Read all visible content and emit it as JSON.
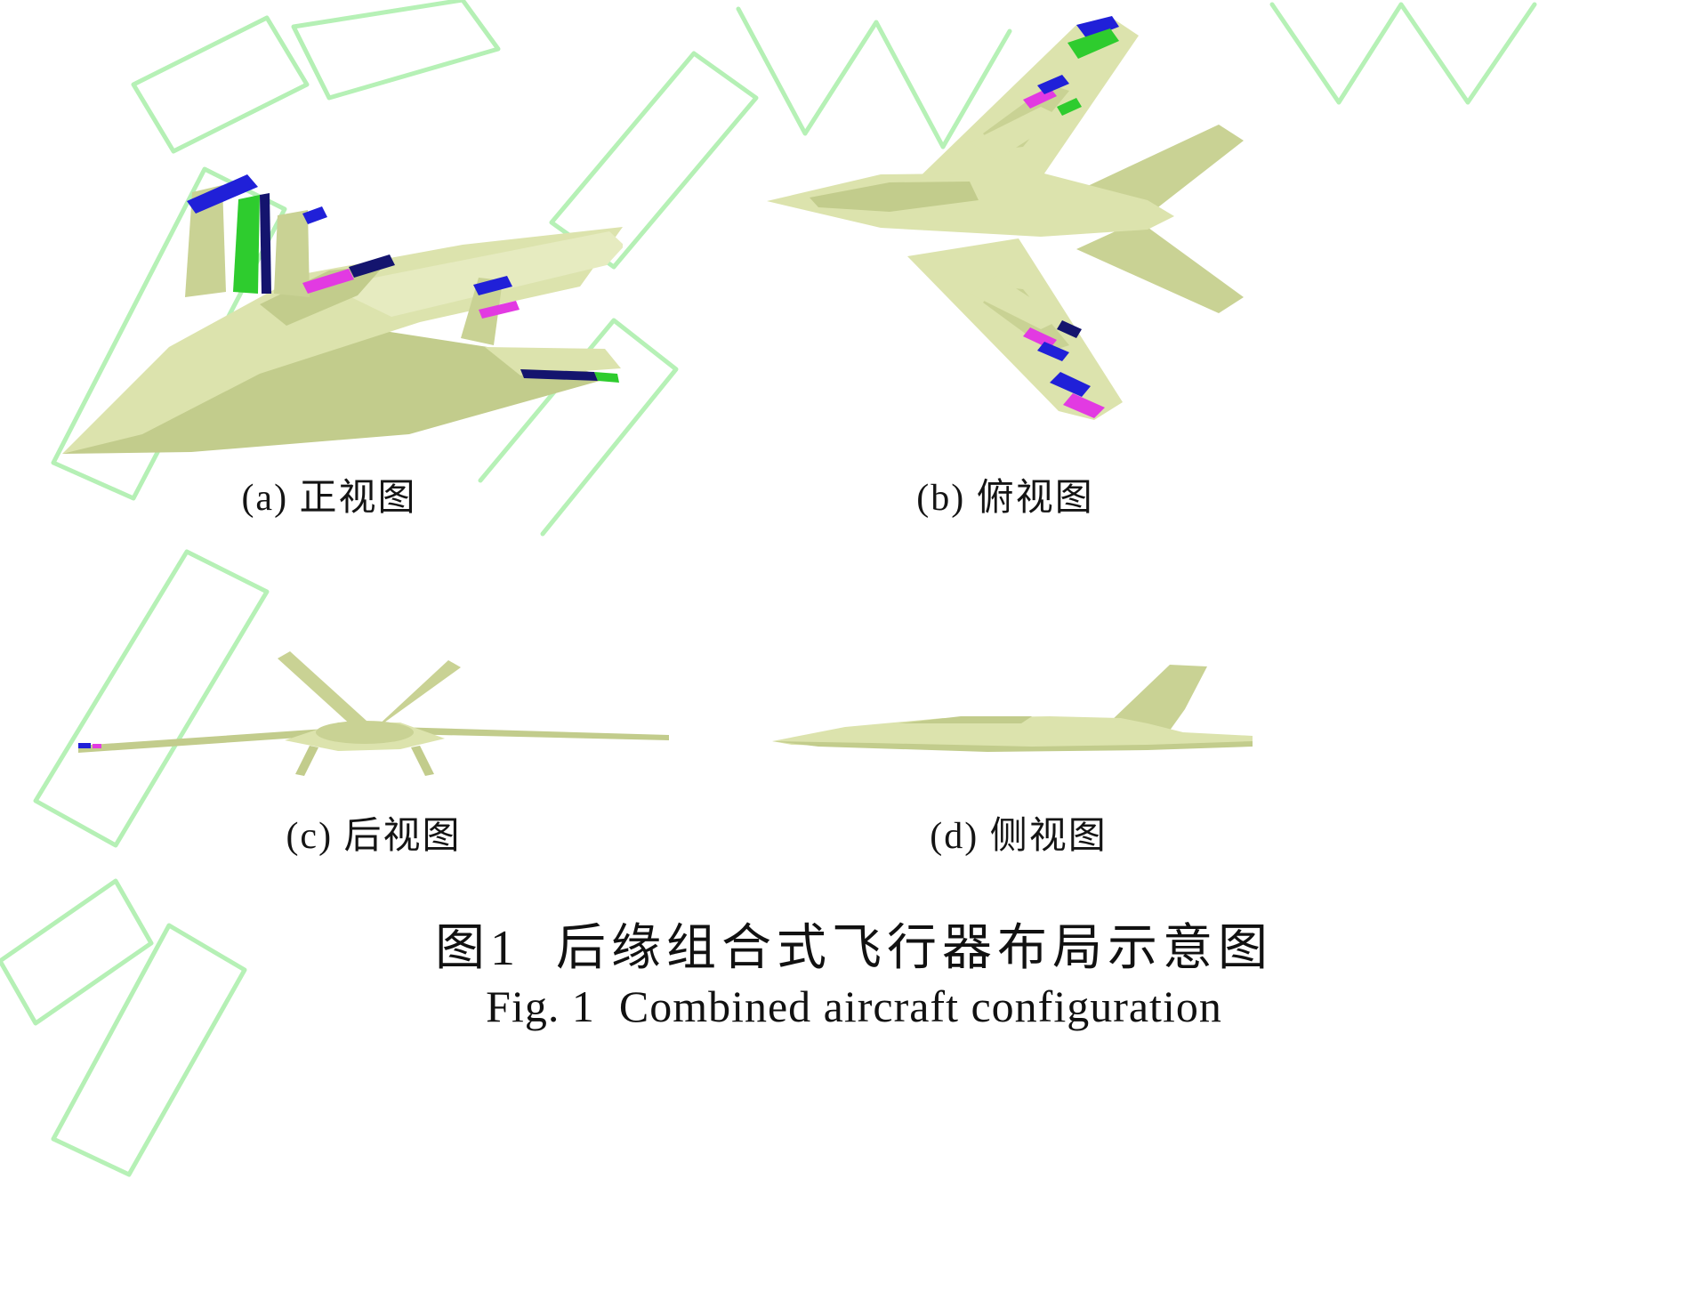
{
  "figure": {
    "panels": [
      {
        "id": "a",
        "label": "(a) 正视图"
      },
      {
        "id": "b",
        "label": "(b) 俯视图"
      },
      {
        "id": "c",
        "label": "(c) 后视图"
      },
      {
        "id": "d",
        "label": "(d) 侧视图"
      }
    ],
    "caption_zh": "图1  后缘组合式飞行器布局示意图",
    "caption_en": "Fig. 1  Combined aircraft configuration",
    "colors": {
      "body": "#dce3ad",
      "body_dark": "#c9d294",
      "body_light": "#e6ebc0",
      "body_shade": "#c2cc8c",
      "strip_blue": "#2020d8",
      "strip_green": "#2ecc2e",
      "strip_magenta": "#e23ae2",
      "strip_navy": "#14146e",
      "watermark": "#aeefae"
    }
  }
}
